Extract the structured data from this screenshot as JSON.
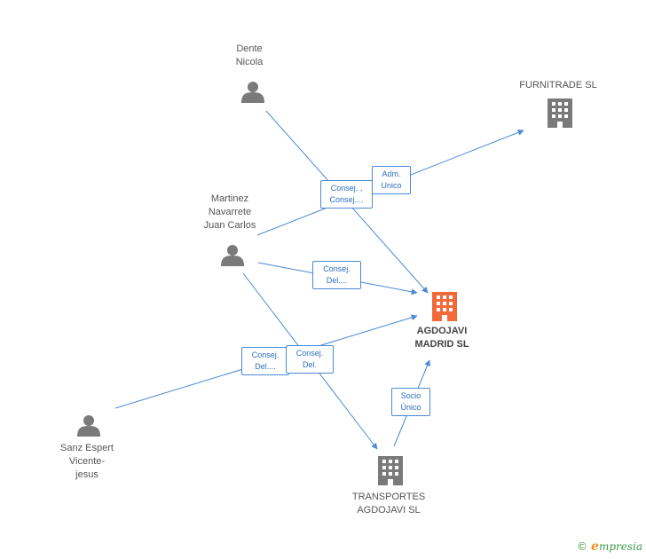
{
  "colors": {
    "line": "#4a8ad6",
    "person": "#7a7a7a",
    "building": "#7a7a7a",
    "building_main": "#f26a3a",
    "label_text": "#2c6fc0"
  },
  "nodes": {
    "dente": {
      "label": "Dente\nNicola",
      "type": "person"
    },
    "martinez": {
      "label": "Martinez\nNavarrete\nJuan Carlos",
      "type": "person"
    },
    "sanz": {
      "label": "Sanz Espert\nVicente-\njesus",
      "type": "person"
    },
    "furnitrade": {
      "label": "FURNITRADE SL",
      "type": "company"
    },
    "agdojavi": {
      "label": "AGDOJAVI\nMADRID SL",
      "type": "company-main"
    },
    "transportes": {
      "label": "TRANSPORTES\nAGDOJAVI SL",
      "type": "company"
    }
  },
  "edges": {
    "e1": {
      "label": "Consej. ,\nConsej...."
    },
    "e2": {
      "label": "Adm.\nUnico"
    },
    "e3": {
      "label": "Consej.\nDel...."
    },
    "e4": {
      "label": "Consej.\nDel...."
    },
    "e5": {
      "label": "Consej.\nDel."
    },
    "e6": {
      "label": "Socio\nÚnico"
    }
  },
  "brand": {
    "copyright": "©",
    "e": "e",
    "name": "mpresia"
  }
}
